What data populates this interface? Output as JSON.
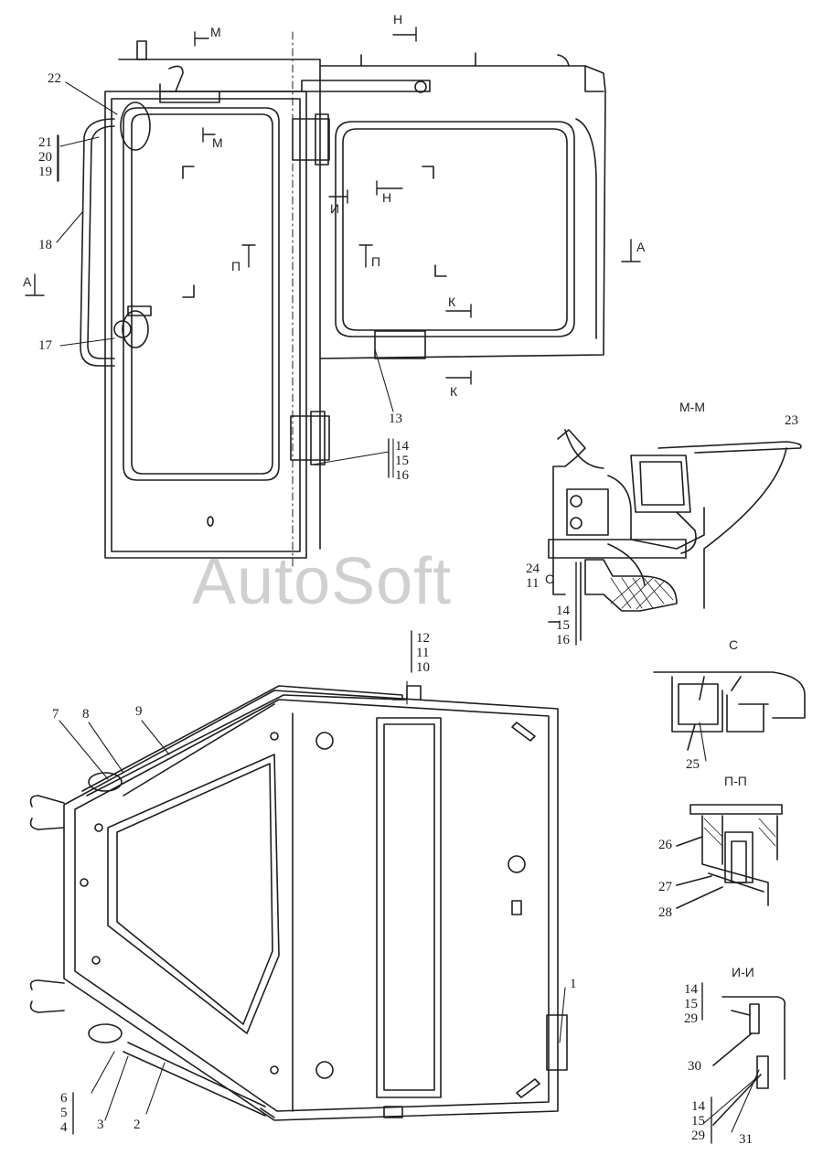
{
  "watermark": "AutoSoft",
  "section_titles": {
    "mm": "М-М",
    "c": "С",
    "pp": "П-П",
    "ii": "И-И"
  },
  "view_markers": {
    "m": "М",
    "n": "Н",
    "p": "П",
    "k": "К",
    "a": "А",
    "c": "С",
    "i": "И"
  },
  "callouts": {
    "c1": "1",
    "c2": "2",
    "c3": "3",
    "c4_6": [
      "6",
      "5",
      "4"
    ],
    "c7": "7",
    "c8": "8",
    "c9": "9",
    "c10_12": [
      "12",
      "11",
      "10"
    ],
    "c13": "13",
    "c14_16": [
      "14",
      "15",
      "16"
    ],
    "c14_16b": [
      "14",
      "15",
      "16"
    ],
    "c17": "17",
    "c18": "18",
    "c19_21": [
      "21",
      "20",
      "19"
    ],
    "c22": "22",
    "c23": "23",
    "c24_11": [
      "24",
      "11"
    ],
    "c25": "25",
    "c26": "26",
    "c27": "27",
    "c28": "28",
    "c29a": [
      "14",
      "15",
      "29"
    ],
    "c29b": [
      "14",
      "15",
      "29"
    ],
    "c30": "30",
    "c31": "31"
  }
}
